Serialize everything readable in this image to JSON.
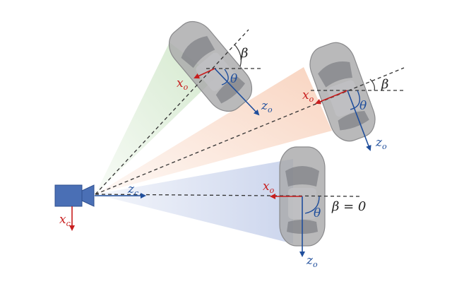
{
  "labels": {
    "x_o": "x",
    "x_o_sub": "o",
    "z_o": "z",
    "z_o_sub": "o",
    "x_c": "x",
    "x_c_sub": "c",
    "z_c": "z",
    "z_c_sub": "c",
    "beta": "β",
    "theta": "θ",
    "beta_zero": "β = 0"
  },
  "colors": {
    "camera": "#4a6fb5",
    "red_axis": "#c81e1e",
    "blue_axis": "#1f4e9c",
    "fov_green": "#cfe6c8",
    "fov_orange": "#f8d2bd",
    "fov_blue": "#c9d3ec"
  },
  "icons": [
    "camera-icon",
    "car-top-view-icon"
  ]
}
